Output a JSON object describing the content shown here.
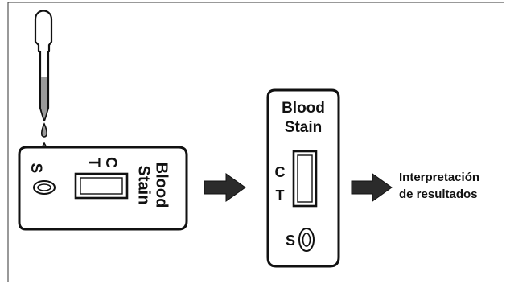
{
  "colors": {
    "frame": "#111111",
    "liquid": "#9a9a9a",
    "background": "#ffffff"
  },
  "step1": {
    "cassette_label_line1": "Blood",
    "cassette_label_line2": "Stain",
    "control_letter": "C",
    "test_letter": "T",
    "sample_letter": "S"
  },
  "step2": {
    "cassette_label_line1": "Blood",
    "cassette_label_line2": "Stain",
    "control_letter": "C",
    "test_letter": "T",
    "sample_letter": "S"
  },
  "result": {
    "line1": "Interpretación",
    "line2": "de resultados"
  },
  "icons": {
    "dropper": "dropper-icon",
    "arrow": "right-arrow-icon"
  }
}
